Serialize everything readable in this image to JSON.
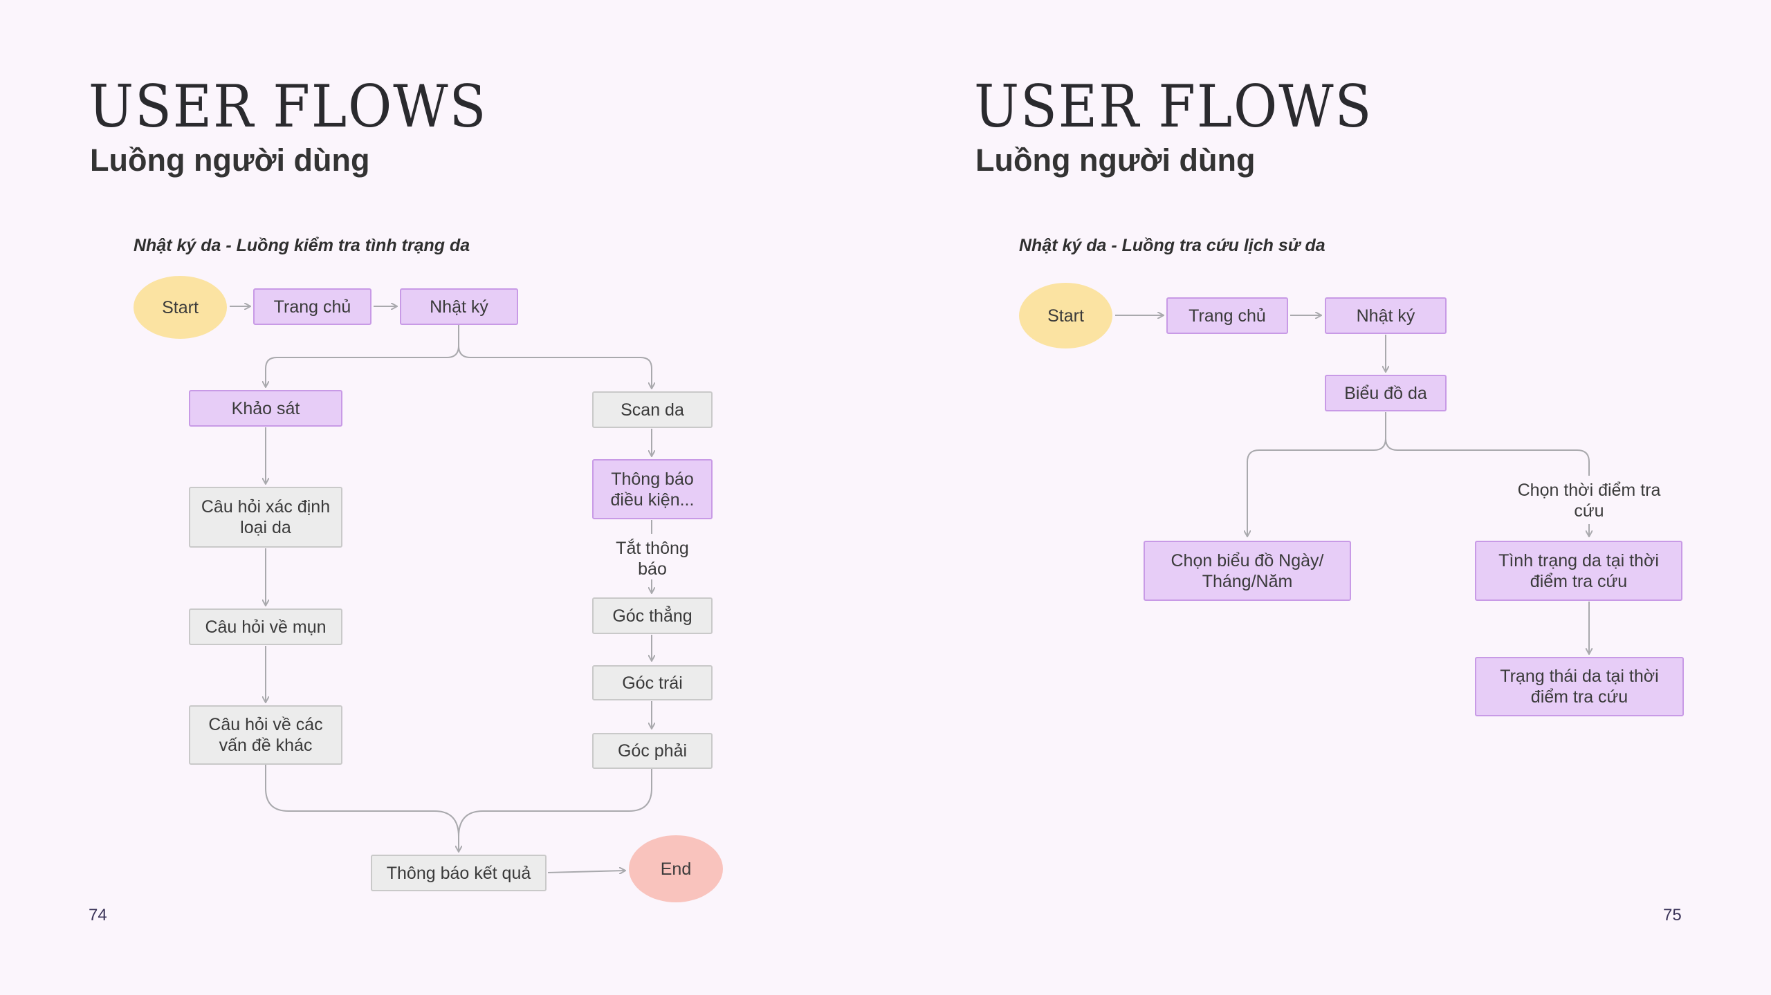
{
  "pages": [
    {
      "title": "USER FLOWS",
      "subtitle": "Luồng người dùng",
      "flow_caption": "Nhật ký da - Luồng kiểm tra tình trạng da",
      "page_number": "74",
      "nodes": {
        "start": "Start",
        "home": "Trang chủ",
        "diary": "Nhật ký",
        "survey": "Khảo sát",
        "q_skin_type": "Câu hỏi xác định loại da",
        "q_acne": "Câu hỏi về mụn",
        "q_other": "Câu hỏi về các vấn đề khác",
        "scan": "Scan da",
        "notice": "Thông báo điều kiện...",
        "front": "Góc thẳng",
        "left_angle": "Góc trái",
        "right_angle": "Góc phải",
        "result": "Thông báo kết quả",
        "end": "End"
      },
      "edge_labels": {
        "turn_off": "Tắt thông báo"
      }
    },
    {
      "title": "USER FLOWS",
      "subtitle": "Luồng người dùng",
      "flow_caption": "Nhật ký da - Luồng tra cứu lịch sử da",
      "page_number": "75",
      "nodes": {
        "start": "Start",
        "home": "Trang chủ",
        "diary": "Nhật ký",
        "chart": "Biểu đồ da",
        "choose_chart": "Chọn biểu đồ Ngày/ Tháng/Năm",
        "skin_condition": "Tình trạng da tại thời điểm tra cứu",
        "skin_state": "Trạng thái da tại thời điểm tra cứu"
      },
      "edge_labels": {
        "choose_time": "Chọn thời điểm tra cứu"
      }
    }
  ]
}
